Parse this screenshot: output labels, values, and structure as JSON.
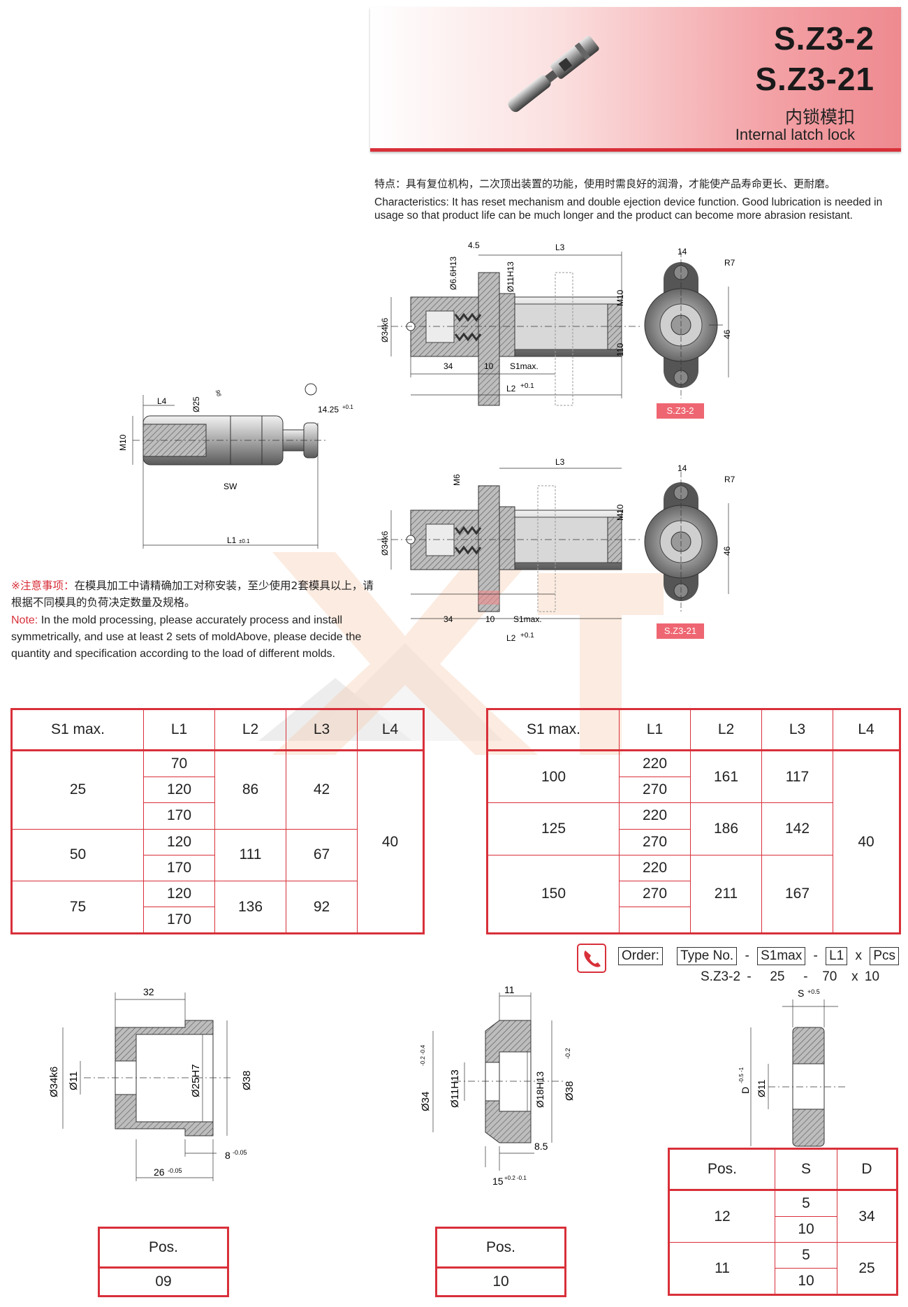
{
  "header": {
    "code1": "S.Z3-2",
    "code2": "S.Z3-21",
    "title_cn": "内锁模扣",
    "title_en": "Internal latch lock"
  },
  "characteristics": {
    "cn": "特点：具有复位机构，二次顶出装置的功能，使用时需良好的润滑，才能使产品寿命更长、更耐磨。",
    "en": "Characteristics: It has reset mechanism and double ejection device function. Good lubrication is needed in usage so that product life can be much longer and the product can become more abrasion resistant."
  },
  "note": {
    "cn_mark": "※注意事项：",
    "cn": "在模具加工中请精确加工对称安装，至少使用2套模具以上，请根据不同模具的负荷决定数量及规格。",
    "en_mark": "Note:",
    "en": " In the mold processing, please accurately process and install symmetrically, and use at least 2 sets of moldAbove, please decide the quantity and specification according to the load of different molds."
  },
  "drawing_labels": {
    "d_4_5": "4.5",
    "l3": "L3",
    "d_6_6h13": "Ø6.6H13",
    "d_11h13": "Ø11H13",
    "m10": "M10",
    "d_34k6": "Ø34k6",
    "d_110": "110",
    "d_14": "14",
    "r7": "R7",
    "d_46": "46",
    "d_34": "34",
    "d_10": "10",
    "s1max": "S1max.",
    "l2": "L2",
    "l2_tol": "+0.1",
    "l4": "L4",
    "d_25g6": "Ø25",
    "g6": "g6",
    "d_14_25": "14.25",
    "tol_01": "+0.1",
    "sw": "SW",
    "l1": "L1",
    "l1_tol": "±0.1",
    "m6": "M6",
    "tag1": "S.Z3-2",
    "tag2": "S.Z3-21",
    "p09_32": "32",
    "p09_d34k6": "Ø34k6",
    "p09_d11": "Ø11",
    "p09_d25h7": "Ø25H7",
    "p09_d38": "Ø38",
    "p09_8": "8",
    "p09_8tol": "-0.05",
    "p09_26": "26",
    "p09_26tol": "-0.05",
    "p10_11": "11",
    "p10_d34": "Ø34",
    "p10_d34tol": "-0.2 -0.4",
    "p10_d11h13": "Ø11H13",
    "p10_d18h13": "Ø18H13",
    "p10_d38": "Ø38",
    "p10_d38tol": "-0.2",
    "p10_8_5": "8.5",
    "p10_15": "15",
    "p10_15tol": "+0.2 -0.1",
    "p12_s": "S",
    "p12_stol": "+0.5",
    "p12_d": "D",
    "p12_dtol": "-0.5 -1",
    "p12_d11": "Ø11"
  },
  "table_left": {
    "headers": [
      "S1 max.",
      "L1",
      "L2",
      "L3",
      "L4"
    ],
    "groups": [
      {
        "s1": "25",
        "l1": [
          "70",
          "120",
          "170"
        ],
        "l2": "86",
        "l3": "42"
      },
      {
        "s1": "50",
        "l1": [
          "120",
          "170"
        ],
        "l2": "111",
        "l3": "67"
      },
      {
        "s1": "75",
        "l1": [
          "120",
          "170"
        ],
        "l2": "136",
        "l3": "92"
      }
    ],
    "l4": "40"
  },
  "table_right": {
    "headers": [
      "S1 max.",
      "L1",
      "L2",
      "L3",
      "L4"
    ],
    "groups": [
      {
        "s1": "100",
        "l1": [
          "220",
          "270"
        ],
        "l2": "161",
        "l3": "117"
      },
      {
        "s1": "125",
        "l1": [
          "220",
          "270"
        ],
        "l2": "186",
        "l3": "142"
      },
      {
        "s1": "150",
        "l1": [
          "220",
          "270",
          ""
        ],
        "l2": "211",
        "l3": "167"
      }
    ],
    "l4": "40"
  },
  "order": {
    "label": "Order:",
    "type_no": "Type No.",
    "s1max": "S1max",
    "l1": "L1",
    "pcs": "Pcs",
    "dash": "-",
    "x": "x",
    "example": {
      "type": "S.Z3-2",
      "s1": "25",
      "l1": "70",
      "pcs": "10"
    }
  },
  "pos_09": {
    "header": "Pos.",
    "value": "09"
  },
  "pos_10": {
    "header": "Pos.",
    "value": "10"
  },
  "pos_table": {
    "headers": [
      "Pos.",
      "S",
      "D"
    ],
    "rows": [
      {
        "pos": "12",
        "s": [
          "5",
          "10"
        ],
        "d": "34"
      },
      {
        "pos": "11",
        "s": [
          "5",
          "10"
        ],
        "d": "25"
      }
    ]
  },
  "colors": {
    "accent": "#d8303a",
    "tag": "#ee6671",
    "metal": "#8a8a8a"
  }
}
